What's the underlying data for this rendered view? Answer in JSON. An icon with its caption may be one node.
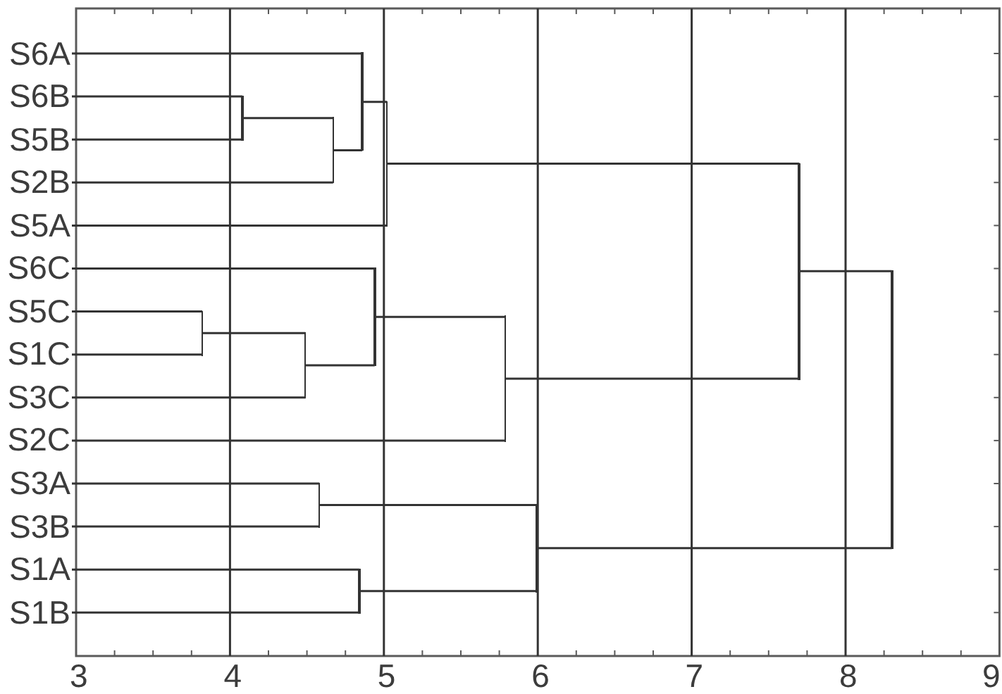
{
  "diagram": {
    "nodes": [
      {
        "text": [
          "S6A"
        ]
      },
      {
        "text": [
          "S6B"
        ]
      },
      {
        "text": [
          "S5B"
        ]
      },
      {
        "text": [
          "S2B"
        ]
      },
      {
        "text": [
          "S5A"
        ]
      },
      {
        "text": [
          "S6C"
        ]
      },
      {
        "text": [
          "S5C"
        ]
      },
      {
        "text": [
          "S1C"
        ]
      },
      {
        "text": [
          "S3C"
        ]
      },
      {
        "text": [
          "S2C"
        ]
      },
      {
        "text": [
          "S3A"
        ]
      },
      {
        "text": [
          "S3B"
        ]
      },
      {
        "text": [
          "S1A"
        ]
      },
      {
        "text": [
          "S1B"
        ]
      },
      {
        "text": [],
        "shape": "bar"
      },
      {
        "text": [],
        "shape": "bar"
      },
      {
        "text": [],
        "shape": "bar"
      },
      {
        "text": [],
        "shape": "bar"
      },
      {
        "text": [],
        "shape": "bar"
      },
      {
        "text": [],
        "shape": "bar"
      },
      {
        "text": [],
        "shape": "bar"
      },
      {
        "text": [],
        "shape": "bar"
      },
      {
        "text": [],
        "shape": "bar"
      },
      {
        "text": [],
        "shape": "bar"
      },
      {
        "text": [],
        "shape": "bar"
      },
      {
        "text": [],
        "shape": "bar"
      },
      {
        "text": [],
        "shape": "bar"
      }
    ],
    "edges": [
      {
        "from": 1,
        "to": 14,
        "arrow": "none"
      },
      {
        "from": 2,
        "to": 14,
        "arrow": "none"
      },
      {
        "from": 14,
        "to": 15,
        "arrow": "none"
      },
      {
        "from": 3,
        "to": 15,
        "arrow": "none"
      },
      {
        "from": 0,
        "to": 16,
        "arrow": "none"
      },
      {
        "from": 15,
        "to": 16,
        "arrow": "none"
      },
      {
        "from": 16,
        "to": 17,
        "arrow": "none"
      },
      {
        "from": 4,
        "to": 17,
        "arrow": "none"
      },
      {
        "from": 6,
        "to": 18,
        "arrow": "none"
      },
      {
        "from": 7,
        "to": 18,
        "arrow": "none"
      },
      {
        "from": 18,
        "to": 19,
        "arrow": "none"
      },
      {
        "from": 8,
        "to": 19,
        "arrow": "none"
      },
      {
        "from": 5,
        "to": 20,
        "arrow": "none"
      },
      {
        "from": 19,
        "to": 20,
        "arrow": "none"
      },
      {
        "from": 20,
        "to": 21,
        "arrow": "none"
      },
      {
        "from": 9,
        "to": 21,
        "arrow": "none"
      },
      {
        "from": 10,
        "to": 22,
        "arrow": "none"
      },
      {
        "from": 11,
        "to": 22,
        "arrow": "none"
      },
      {
        "from": 12,
        "to": 23,
        "arrow": "none"
      },
      {
        "from": 13,
        "to": 23,
        "arrow": "none"
      },
      {
        "from": 22,
        "to": 24,
        "arrow": "none"
      },
      {
        "from": 23,
        "to": 24,
        "arrow": "none"
      },
      {
        "from": 17,
        "to": 25,
        "arrow": "none"
      },
      {
        "from": 21,
        "to": 25,
        "arrow": "none"
      },
      {
        "from": 25,
        "to": 26,
        "arrow": "none"
      },
      {
        "from": 24,
        "to": 26,
        "arrow": "none"
      }
    ],
    "labels": [
      "3",
      "4",
      "5",
      "6",
      "7",
      "8",
      "9"
    ]
  }
}
